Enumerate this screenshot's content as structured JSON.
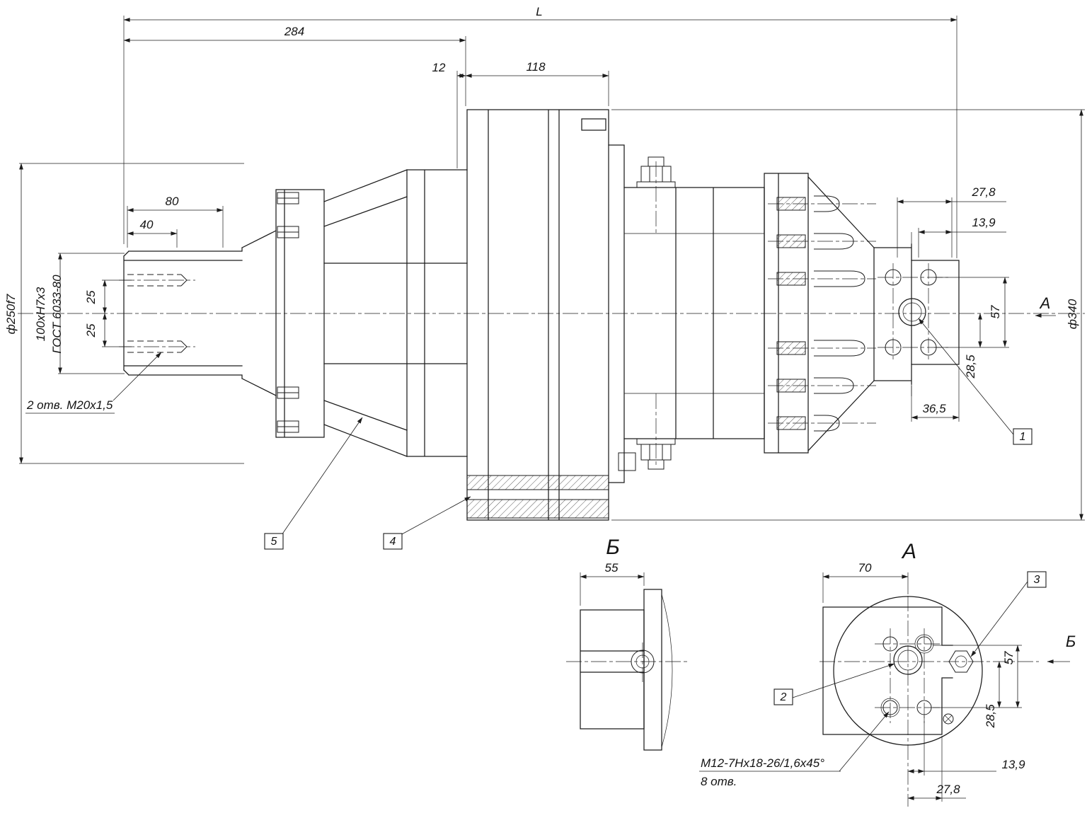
{
  "page": {
    "background": "#ffffff",
    "line_color": "#1c1c1c"
  },
  "drawing": {
    "type": "technical-drawing",
    "labels": {
      "section_b": "Б",
      "view_a": "А",
      "view_arrow_a": "А",
      "view_arrow_b": "Б"
    },
    "callouts": {
      "item1": "1",
      "item2": "2",
      "item3": "3",
      "item4": "4",
      "item5": "5"
    },
    "dims": {
      "L": "L",
      "d284": "284",
      "d12": "12",
      "d118": "118",
      "d80": "80",
      "d40": "40",
      "d25a": "25",
      "d25b": "25",
      "dia250": "ф250f7",
      "spline": "100хН7х3",
      "gost": "ГОСТ 6033-80",
      "note2otv": "2 отв. М20х1,5",
      "d27_8": "27,8",
      "d13_9": "13,9",
      "d57": "57",
      "d28_5": "28,5",
      "d36_5": "36,5",
      "dia340": "ф340",
      "d55": "55",
      "d70": "70",
      "d57a": "57",
      "d28_5a": "28,5",
      "d13_9a": "13,9",
      "d27_8a": "27,8",
      "noteM12": "М12-7Нх18-26/1,6х45°",
      "note8otv": "8 отв."
    }
  }
}
